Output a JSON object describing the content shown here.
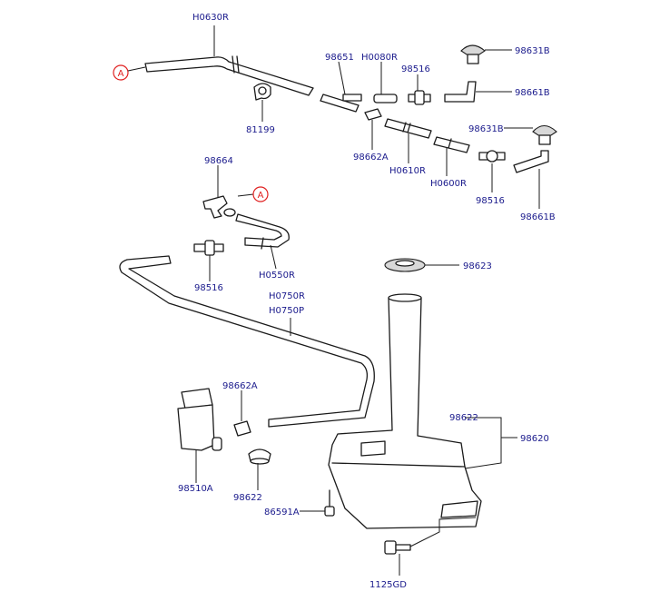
{
  "parts": {
    "h0630r": "H0630R",
    "p81199": "81199",
    "p98651": "98651",
    "h0080r": "H0080R",
    "p98516_top": "98516",
    "p98631b_top": "98631B",
    "p98661b_top": "98661B",
    "p98662a_top": "98662A",
    "h0610r": "H0610R",
    "h0600r": "H0600R",
    "p98631b_mid": "98631B",
    "p98516_mid": "98516",
    "p98661b_mid": "98661B",
    "p98664": "98664",
    "h0550r": "H0550R",
    "p98516_left": "98516",
    "p98623": "98623",
    "h0750r": "H0750R",
    "h0750p": "H0750P",
    "p98662a_bottom": "98662A",
    "p98510a": "98510A",
    "p98622_bottom": "98622",
    "p98622_right": "98622",
    "p98620": "98620",
    "p86591a": "86591A",
    "p1125gd": "1125GD"
  },
  "refs": {
    "a1": "A",
    "a2": "A"
  },
  "colors": {
    "label": "#1a1a8c",
    "ref": "#e02020",
    "line": "#1a1a1a"
  }
}
